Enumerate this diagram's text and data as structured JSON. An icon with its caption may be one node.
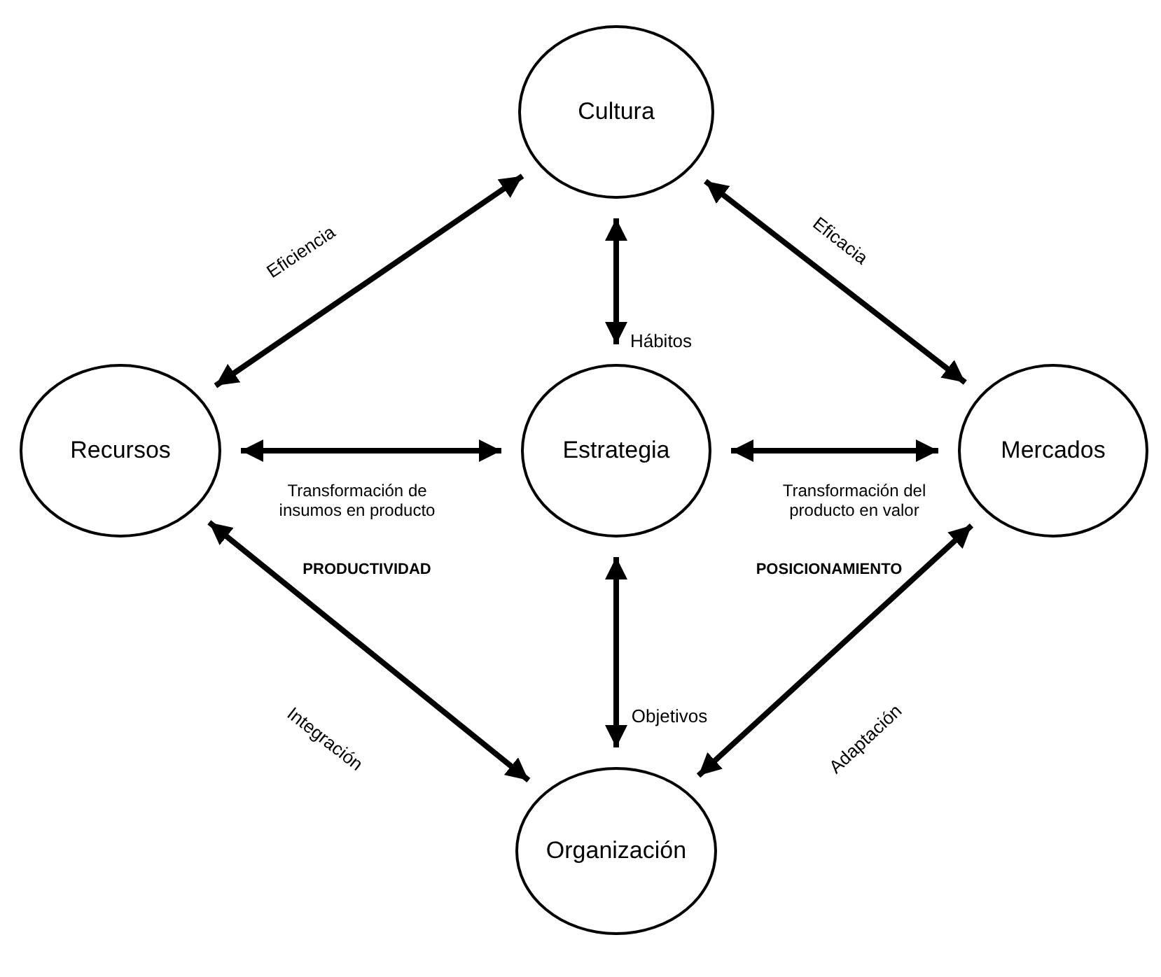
{
  "diagram": {
    "nodes": [
      {
        "text": [
          "Cultura"
        ]
      },
      {
        "text": [
          "Recursos"
        ]
      },
      {
        "text": [
          "Estrategia"
        ]
      },
      {
        "text": [
          "Mercados"
        ]
      },
      {
        "text": [
          "Organización"
        ]
      }
    ],
    "edges": [
      {
        "from": 1,
        "to": 0,
        "arrow": "both",
        "label": "Eficiencia"
      },
      {
        "from": 0,
        "to": 3,
        "arrow": "both",
        "label": "Eficacia"
      },
      {
        "from": 0,
        "to": 2,
        "arrow": "both",
        "label": "Hábitos"
      },
      {
        "from": 1,
        "to": 2,
        "arrow": "both",
        "label": "Transformación de insumos en producto"
      },
      {
        "from": 2,
        "to": 3,
        "arrow": "both",
        "label": "Transformación del producto en valor"
      },
      {
        "from": 2,
        "to": 4,
        "arrow": "both",
        "label": "Objetivos"
      },
      {
        "from": 1,
        "to": 4,
        "arrow": "both",
        "label": "Integración"
      },
      {
        "from": 3,
        "to": 4,
        "arrow": "both",
        "label": "Adaptación"
      }
    ],
    "labels": [
      "PRODUCTIVIDAD",
      "POSICIONAMIENTO"
    ]
  }
}
